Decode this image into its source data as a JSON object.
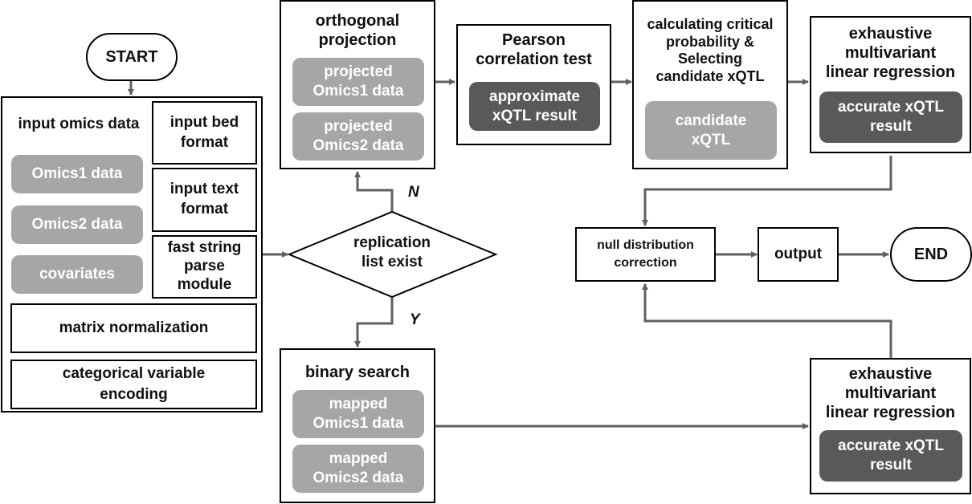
{
  "start": {
    "label": "START"
  },
  "end": {
    "label": "END"
  },
  "input_block": {
    "title": "input omics data",
    "data_items": [
      "Omics1 data",
      "Omics2 data",
      "covariates"
    ],
    "format_boxes": [
      "input bed\nformat",
      "input text\nformat",
      "fast string\nparse\nmodule"
    ],
    "matrix_normalization": "matrix normalization",
    "categorical_encoding": "categorical variable\nencoding"
  },
  "decision": {
    "label": "replication\nlist exist",
    "no_label": "N",
    "yes_label": "Y"
  },
  "orthogonal_projection": {
    "title": "orthogonal\nprojection",
    "items": [
      "projected\nOmics1 data",
      "projected\nOmics2 data"
    ]
  },
  "pearson": {
    "title": "Pearson\ncorrelation test",
    "result": "approximate\nxQTL result"
  },
  "critical_probability": {
    "title": "calculating critical\nprobability &\nSelecting\ncandidate xQTL",
    "result": "candidate\nxQTL"
  },
  "regression_top": {
    "title": "exhaustive\nmultivariant\nlinear regression",
    "result": "accurate xQTL\nresult"
  },
  "binary_search": {
    "title": "binary search",
    "items": [
      "mapped\nOmics1 data",
      "mapped\nOmics2 data"
    ]
  },
  "regression_bottom": {
    "title": "exhaustive\nmultivariant\nlinear regression",
    "result": "accurate xQTL\nresult"
  },
  "null_correction": {
    "label": "null distribution\ncorrection"
  },
  "output": {
    "label": "output"
  },
  "colors": {
    "light_fill": "#a6a6a6",
    "dark_fill": "#595959",
    "arrow": "#606060"
  }
}
